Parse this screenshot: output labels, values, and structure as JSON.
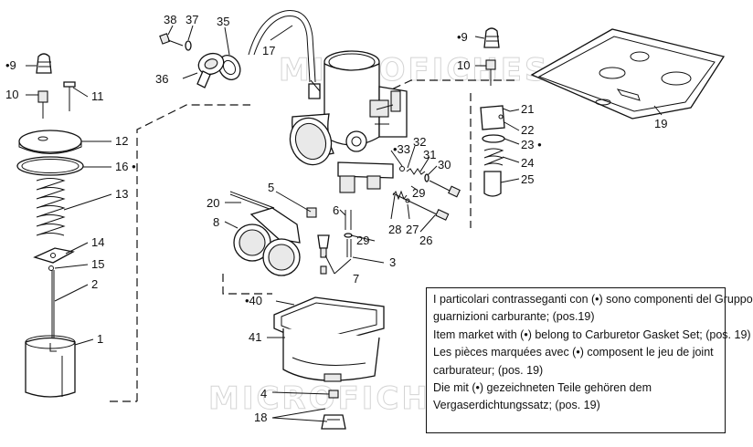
{
  "watermark": "MICROFICHES.NET",
  "labels": {
    "p1": "1",
    "p2": "2",
    "p3": "3",
    "p4": "4",
    "p5": "5",
    "p6": "6",
    "p7": "7",
    "p8": "8",
    "p9a": "•9",
    "p9b": "•9",
    "p10a": "10",
    "p10b": "10",
    "p11": "11",
    "p12": "12",
    "p13": "13",
    "p14": "14",
    "p15": "15",
    "p16": "16 •",
    "p17": "17",
    "p18": "18",
    "p19": "19",
    "p20": "20",
    "p21": "21",
    "p22": "22",
    "p23": "23 •",
    "p24": "24",
    "p25": "25",
    "p26": "26",
    "p27": "27",
    "p28": "28",
    "p29a": "29",
    "p29b": "29",
    "p30": "30",
    "p31": "31",
    "p32": "32",
    "p33": "•33",
    "p35": "35",
    "p36": "36",
    "p37": "37",
    "p38": "38",
    "p40": "•40",
    "p41": "41"
  },
  "note_lines": [
    "I particolari contrasseganti con (•) sono componenti del Gruppo",
    "guarnizioni carburante; (pos.19)",
    "Item market with (•) belong to Carburetor Gasket Set; (pos. 19)",
    "Les pièces marquées avec (•) composent le jeu de joint",
    "carburateur; (pos. 19)",
    "Die mit (•) gezeichneten Teile gehören dem",
    "Vergaserdichtungssatz; (pos. 19)"
  ]
}
